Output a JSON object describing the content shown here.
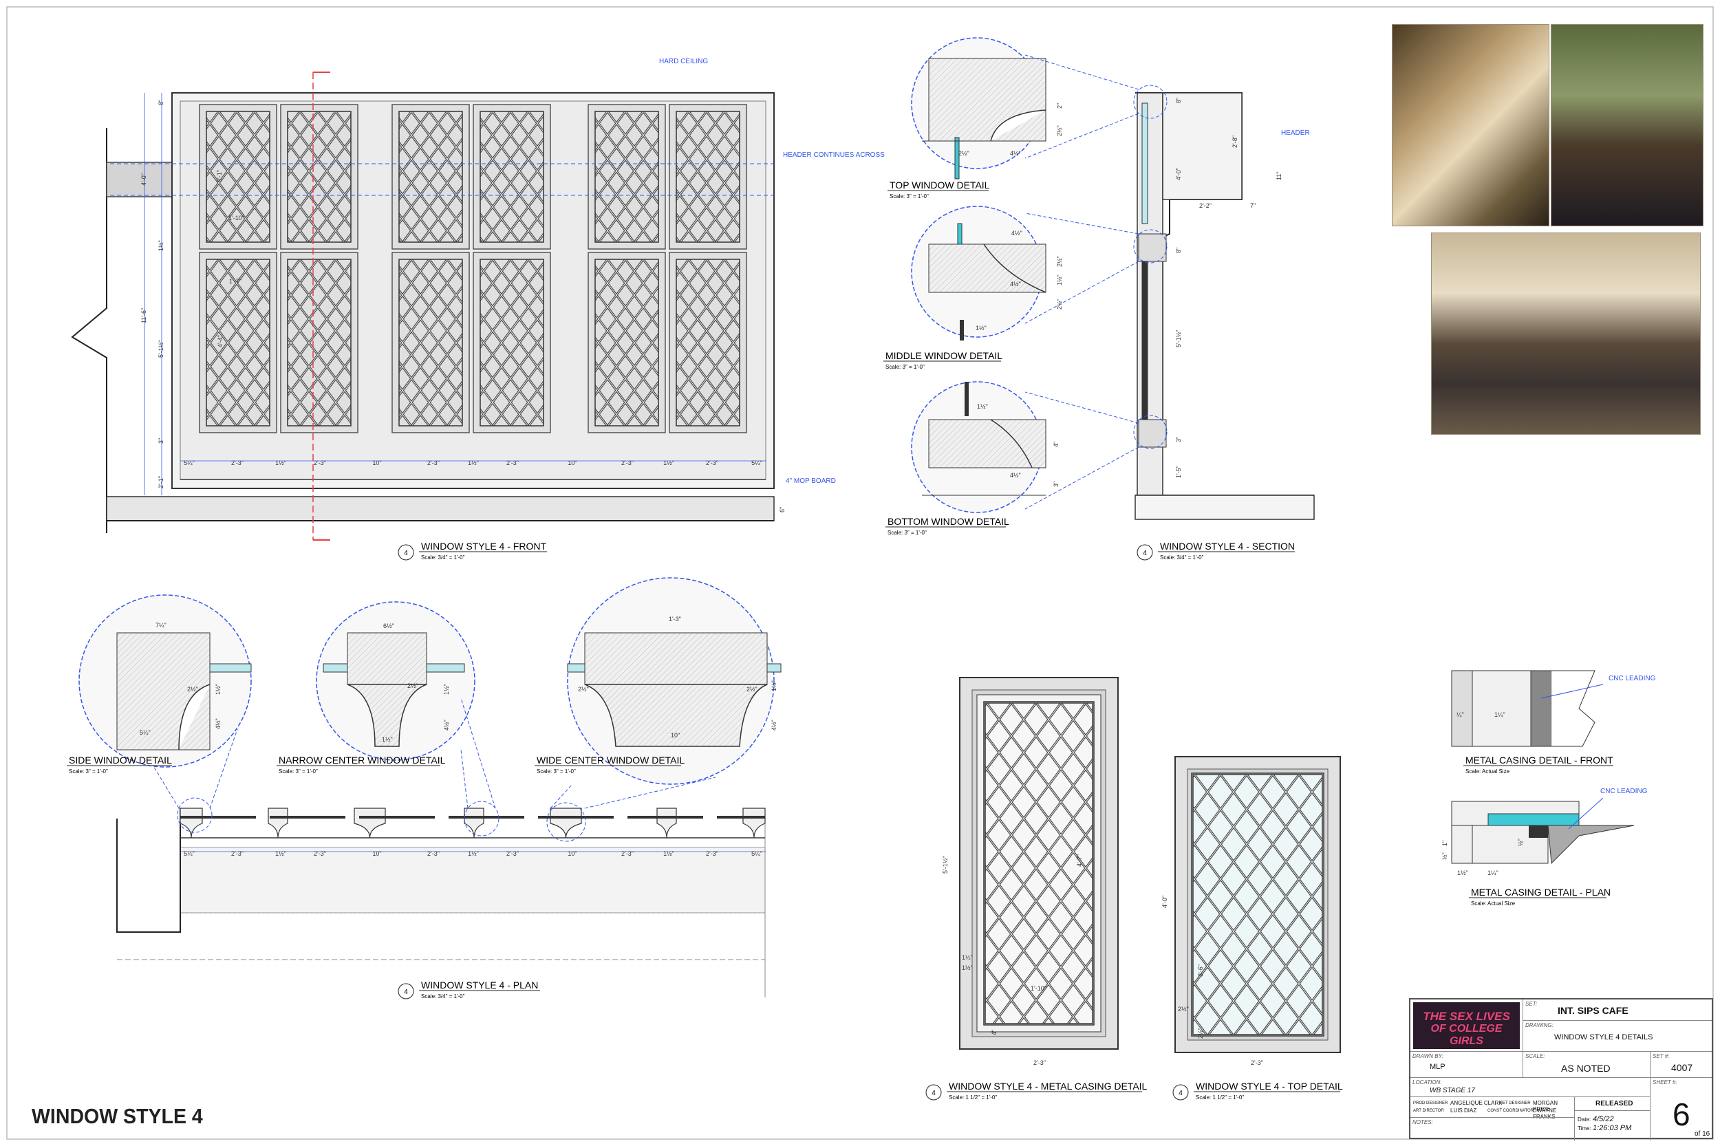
{
  "sheet_title": "WINDOW STYLE 4",
  "callouts": {
    "front": {
      "num": "4",
      "title": "WINDOW STYLE 4 - FRONT",
      "scale": "Scale: 3/4\" = 1'-0\""
    },
    "section": {
      "num": "4",
      "title": "WINDOW STYLE 4 - SECTION",
      "scale": "Scale: 3/4\" = 1'-0\""
    },
    "plan": {
      "num": "4",
      "title": "WINDOW STYLE 4 - PLAN",
      "scale": "Scale: 3/4\" = 1'-0\""
    },
    "metal_casing": {
      "num": "4",
      "title": "WINDOW STYLE 4 - METAL CASING DETAIL",
      "scale": "Scale: 1 1/2\" = 1'-0\""
    },
    "top_detail_elev": {
      "num": "4",
      "title": "WINDOW STYLE 4 - TOP DETAIL",
      "scale": "Scale: 1 1/2\" = 1'-0\""
    }
  },
  "details": {
    "top_window": {
      "title": "TOP WINDOW DETAIL",
      "scale": "Scale: 3\" = 1'-0\""
    },
    "middle_window": {
      "title": "MIDDLE WINDOW DETAIL",
      "scale": "Scale: 3\" = 1'-0\""
    },
    "bottom_window": {
      "title": "BOTTOM WINDOW DETAIL",
      "scale": "Scale: 3\" = 1'-0\""
    },
    "side_window": {
      "title": "SIDE WINDOW DETAIL",
      "scale": "Scale: 3\" = 1'-0\""
    },
    "narrow_center": {
      "title": "NARROW CENTER WINDOW DETAIL",
      "scale": "Scale: 3\" = 1'-0\""
    },
    "wide_center": {
      "title": "WIDE CENTER WINDOW DETAIL",
      "scale": "Scale: 3\" = 1'-0\""
    },
    "metal_front": {
      "title": "METAL CASING DETAIL - FRONT",
      "scale": "Scale: Actual Size"
    },
    "metal_plan": {
      "title": "METAL CASING DETAIL - PLAN",
      "scale": "Scale: Actual Size"
    }
  },
  "notes": {
    "hard_ceiling": "HARD CEILING",
    "header_continues": "HEADER CONTINUES ACROSS",
    "mop_board": "4\" MOP BOARD",
    "header": "HEADER",
    "cnc_leading_1": "CNC LEADING",
    "cnc_leading_2": "CNC LEADING"
  },
  "dims": {
    "front_bottom": [
      "5¼\"",
      "2'-3\"",
      "1½\"",
      "2'-3\"",
      "10\"",
      "2'-3\"",
      "1½\"",
      "2'-3\"",
      "10\"",
      "2'-3\"",
      "1½\"",
      "2'-3\"",
      "5¼\""
    ],
    "plan_bottom": [
      "5¼\"",
      "2'-3\"",
      "1½\"",
      "2'-3\"",
      "10\"",
      "2'-3\"",
      "1½\"",
      "2'-3\"",
      "10\"",
      "2'-3\"",
      "1½\"",
      "2'-3\"",
      "5¼\""
    ],
    "front_left": {
      "top": "8\"",
      "upper": "4'-0\"",
      "mid": "1½\"",
      "overall": "11'-6\"",
      "lower": "5'-1½\"",
      "base": "2'-1\"",
      "sill": "3\""
    },
    "front_pane": {
      "upper_w": "1'-10\"",
      "upper_h": "3'-1\"",
      "lower_w": "1'-7\"",
      "lower_h": "4'-4\""
    },
    "front_right": "6\"",
    "section": {
      "d1": "8\"",
      "d2": "4'-0\"",
      "d3": "8\"",
      "d4": "5'-1½\"",
      "d5": "3\"",
      "d6": "1'-5\"",
      "h1": "2'-8\"",
      "h2": "11\"",
      "w1": "2'-2\"",
      "w2": "7\""
    },
    "top_win": {
      "a": "2\"",
      "b": "2½\"",
      "c": "4½\"",
      "d": "2½\""
    },
    "mid_win": {
      "a": "4½\"",
      "b": "2½\"",
      "c": "1½\"",
      "d": "2½\"",
      "e": "4½\"",
      "f": "1½\""
    },
    "bot_win": {
      "a": "1½\"",
      "b": "4\"",
      "c": "4½\"",
      "d": "3\""
    },
    "side_win": {
      "a": "7¼\"",
      "b": "2½\"",
      "c": "1½\"",
      "d": "5¼\"",
      "e": "4½\""
    },
    "narrow_win": {
      "a": "6½\"",
      "b": "2½\"",
      "c": "1½\"",
      "d": "4½\"",
      "e": "1½\""
    },
    "wide_win": {
      "a": "1'-3\"",
      "b": "2½\"",
      "c": "1½\"",
      "d": "10\"",
      "e": "4½\"",
      "f": "2½\""
    },
    "casing": {
      "w": "2'-3\"",
      "h": "5'-1½\"",
      "inner_h": "4'-7\"",
      "inner_w": "1'-10\"",
      "a": "1¼\"",
      "b": "1½\"",
      "c": "4\""
    },
    "top_casing": {
      "w": "2'-3\"",
      "h": "4'-0\"",
      "inner": "3'-6\"",
      "a": "2½\"",
      "b": "2½\""
    },
    "metal_front": {
      "a": "¼\"",
      "b": "1¼\""
    },
    "metal_plan": {
      "a": "1\"",
      "b": "1¼\"",
      "c": "1½\"",
      "d": "½\"",
      "e": "½\""
    }
  },
  "title_block": {
    "logo_line1": "THE SEX LIVES",
    "logo_line2": "OF COLLEGE GIRLS",
    "set_label": "SET:",
    "set": "INT. SIPS CAFE",
    "drawing_label": "DRAWING:",
    "drawing": "WINDOW STYLE 4 DETAILS",
    "set_no_label": "SET #:",
    "set_no": "4007",
    "drawn_by_label": "DRAWN BY:",
    "drawn_by": "MLP",
    "scale_label": "SCALE:",
    "scale": "AS NOTED",
    "sheet_no_label": "SHEET #:",
    "sheet_no": "6",
    "location_label": "LOCATION:",
    "location": "WB STAGE 17",
    "prod_designer_label": "PROD DESIGNER",
    "prod_designer": "ANGELIQUE CLARK",
    "art_director_label": "ART DIRECTOR",
    "art_director": "LUIS DIAZ",
    "set_designer_label": "SET DESIGNER",
    "set_designer": "MORGAN PRICE",
    "const_coord_label": "CONST COORDINATOR",
    "const_coord": "DWAYNE FRANKS",
    "status": "RELEASED",
    "notes_label": "NOTES:",
    "date_label": "Date:",
    "date": "4/5/22",
    "time_label": "Time:",
    "time": "1:26:03 PM",
    "of": "of 16"
  }
}
